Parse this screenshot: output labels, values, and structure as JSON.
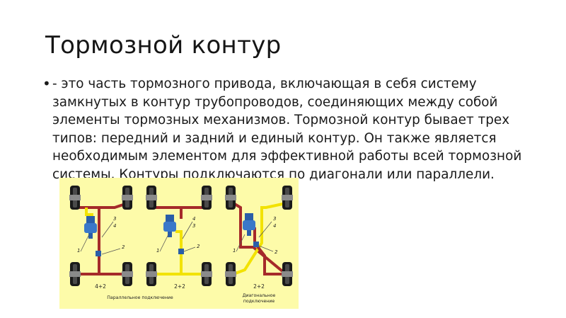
{
  "slide": {
    "title": "Тормозной контур",
    "bullet": "•",
    "body_text": "- это часть тормозного привода, включающая в себя систему замкнутых в контур трубопроводов, соединяющих между собой элементы тормозных механизмов. Тормозной контур бывает трех типов: передний и задний и единый контур. Он также является необходимым элементом для эффективной работы всей тормозной системы. Контуры подключаются по диагонали или параллели."
  },
  "diagram": {
    "background_color": "#fdfba9",
    "pipe_red": "#a52a2a",
    "pipe_yellow": "#f2e200",
    "schemes": [
      {
        "formula": "4+2",
        "numbers": [
          "3",
          "4",
          "1",
          "2"
        ]
      },
      {
        "formula": "2+2",
        "numbers": [
          "4",
          "3",
          "1",
          "2"
        ]
      },
      {
        "formula": "2+2",
        "numbers": [
          "3",
          "4",
          "1",
          "2"
        ]
      }
    ],
    "caption_parallel": "Параллельное подключение",
    "caption_diagonal_1": "Диагональное",
    "caption_diagonal_2": "подключение"
  }
}
